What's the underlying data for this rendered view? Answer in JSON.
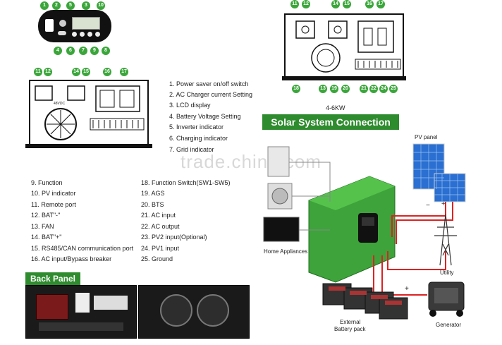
{
  "legend_top": [
    "1. Power saver on/off switch",
    "2. AC Charger current Setting",
    "3. LCD display",
    "4. Battery Voltage Setting",
    "5. Inverter indicator",
    "6. Charging indicator",
    "7. Grid indicator"
  ],
  "legend_left": [
    "9. Function",
    "10. PV indicator",
    "11. Remote port",
    "12. BAT\"-\"",
    "13. FAN",
    "14. BAT\"+\"",
    "15. RS485/CAN communication port",
    "16. AC input/Bypass breaker"
  ],
  "legend_right": [
    "18. Function Switch(SW1-SW5)",
    "19. AGS",
    "20. BTS",
    "21. AC input",
    "22. AC output",
    "23. PV2 input(Optional)",
    "24. PV1 input",
    "25. Ground"
  ],
  "model_label": "4-6KW",
  "solar_heading": "Solar System Connection",
  "back_panel_heading": "Back Panel",
  "watermark": "trade.china.com",
  "captions": {
    "pv_panel": "PV panel",
    "home_appliances": "Home Appliances",
    "utility": "Utility",
    "battery_line1": "External",
    "battery_line2": "Battery pack",
    "generator": "Generator",
    "plus": "+",
    "minus": "−"
  },
  "panel_text": {
    "voltage_tag": "48VDC"
  },
  "colors": {
    "accent_green": "#2e8b2e",
    "badge_green": "#3aa63a",
    "inverter_green": "#3da33a",
    "wire_red": "#d22",
    "panel_blue": "#2a6fd1"
  }
}
